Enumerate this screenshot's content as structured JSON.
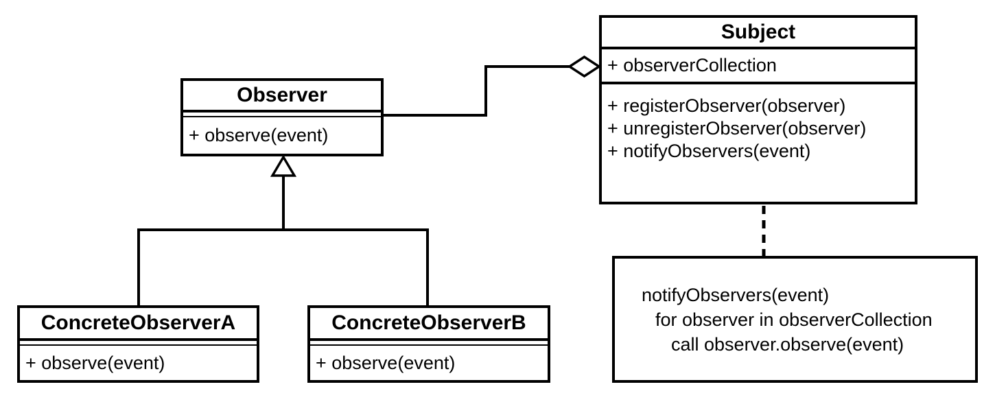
{
  "colors": {
    "stroke": "#000000",
    "fill": "#ffffff"
  },
  "classes": {
    "observer": {
      "name": "Observer",
      "attributes": [],
      "methods": [
        "+ observe(event)"
      ]
    },
    "subject": {
      "name": "Subject",
      "attributes": [
        "+ observerCollection"
      ],
      "methods": [
        "+ registerObserver(observer)",
        "+ unregisterObserver(observer)",
        "+ notifyObservers(event)"
      ]
    },
    "concrete_a": {
      "name": "ConcreteObserverA",
      "attributes": [],
      "methods": [
        "+ observe(event)"
      ]
    },
    "concrete_b": {
      "name": "ConcreteObserverB",
      "attributes": [],
      "methods": [
        "+ observe(event)"
      ]
    }
  },
  "note": {
    "lines": [
      "notifyObservers(event)",
      "for observer in observerCollection",
      "call observer.observe(event)"
    ]
  },
  "relationships": [
    {
      "type": "aggregation",
      "from": "Observer",
      "to": "Subject"
    },
    {
      "type": "inheritance",
      "from": "ConcreteObserverA",
      "to": "Observer"
    },
    {
      "type": "inheritance",
      "from": "ConcreteObserverB",
      "to": "Observer"
    },
    {
      "type": "note-attachment",
      "from": "Subject",
      "to": "note"
    }
  ]
}
